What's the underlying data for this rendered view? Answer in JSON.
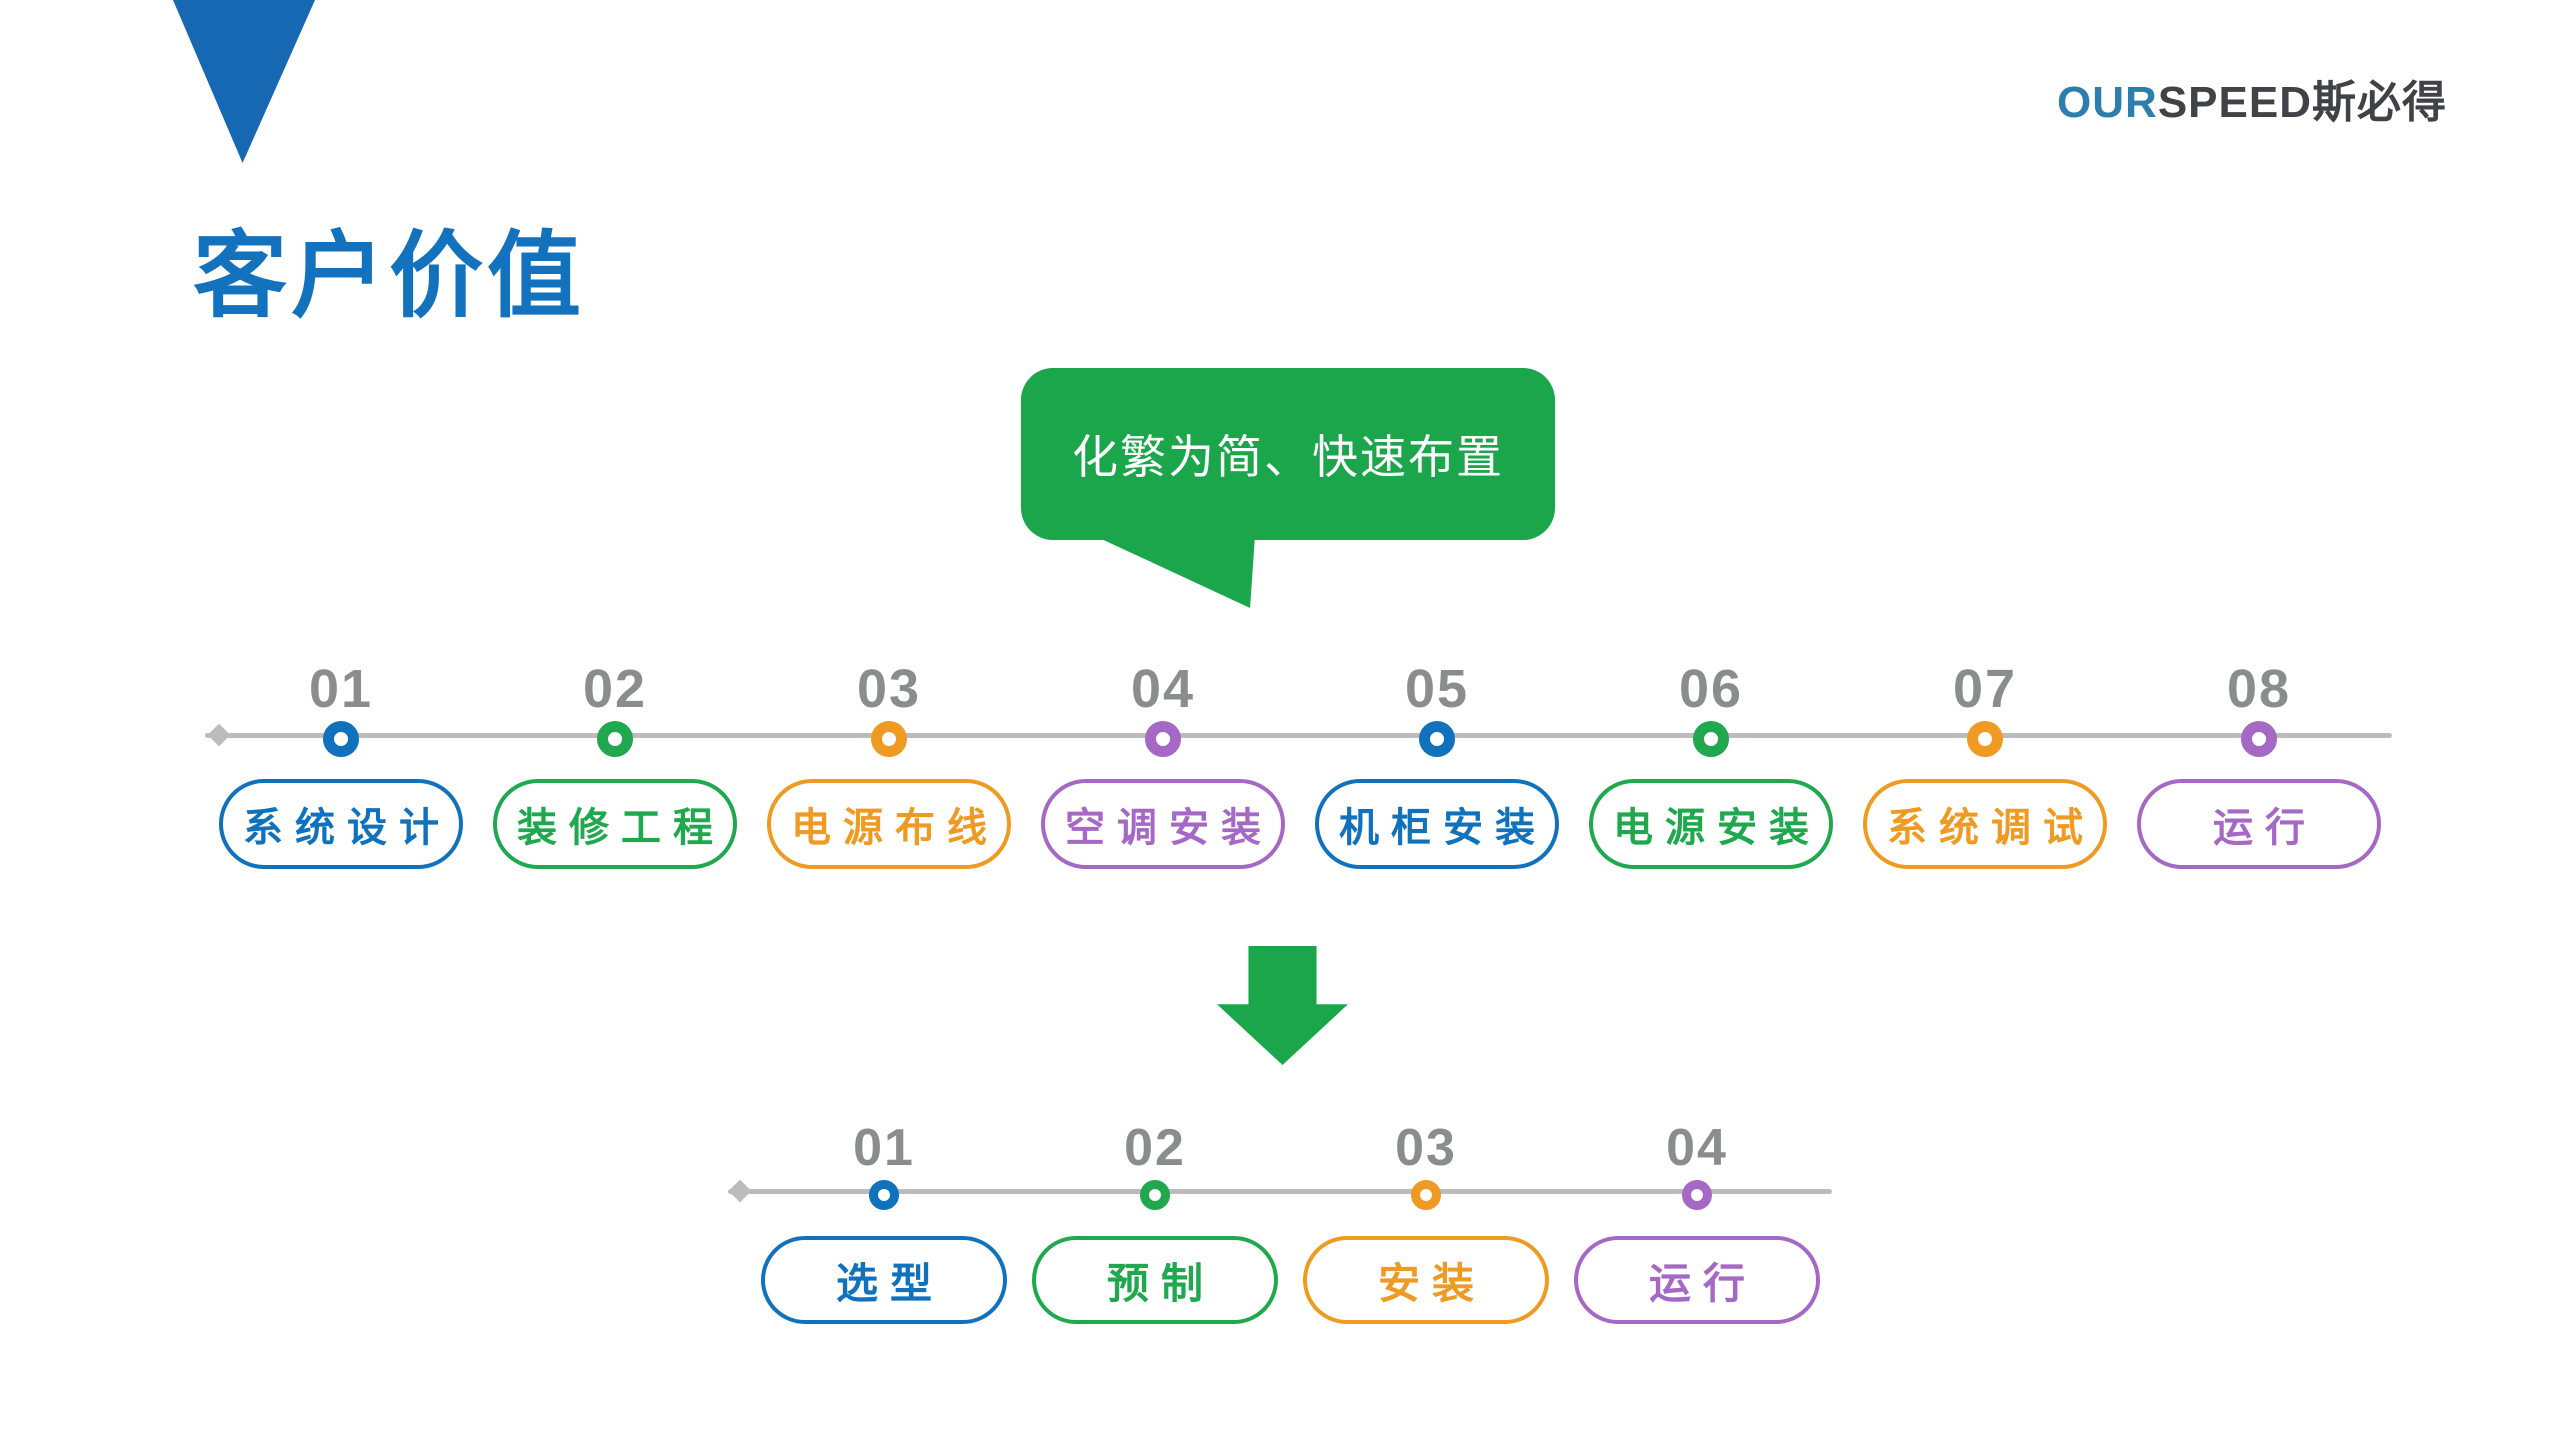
{
  "logo": {
    "prefix": "OUR",
    "rest": "SPEED斯必得"
  },
  "title": "客户价值",
  "callout": {
    "text": "化繁为简、快速布置"
  },
  "colors": {
    "blue": "#1072BD",
    "green": "#1FA84D",
    "orange": "#EF9A23",
    "purple": "#A569C5",
    "callout_green": "#1CA64C",
    "number_gray": "#8A8C8E",
    "line_gray": "#BCBCBD",
    "title_blue": "#1272BD",
    "triangle_blue": "#1668B2",
    "logo_blue": "#2C7FAD",
    "logo_dark": "#3F4347"
  },
  "timeline_top": {
    "steps": [
      {
        "num": "01",
        "label": "系统设计",
        "color": "blue"
      },
      {
        "num": "02",
        "label": "装修工程",
        "color": "green"
      },
      {
        "num": "03",
        "label": "电源布线",
        "color": "orange"
      },
      {
        "num": "04",
        "label": "空调安装",
        "color": "purple"
      },
      {
        "num": "05",
        "label": "机柜安装",
        "color": "blue"
      },
      {
        "num": "06",
        "label": "电源安装",
        "color": "green"
      },
      {
        "num": "07",
        "label": "系统调试",
        "color": "orange"
      },
      {
        "num": "08",
        "label": "运行",
        "color": "purple"
      }
    ]
  },
  "timeline_bottom": {
    "steps": [
      {
        "num": "01",
        "label": "选型",
        "color": "blue"
      },
      {
        "num": "02",
        "label": "预制",
        "color": "green"
      },
      {
        "num": "03",
        "label": "安装",
        "color": "orange"
      },
      {
        "num": "04",
        "label": "运行",
        "color": "purple"
      }
    ]
  }
}
